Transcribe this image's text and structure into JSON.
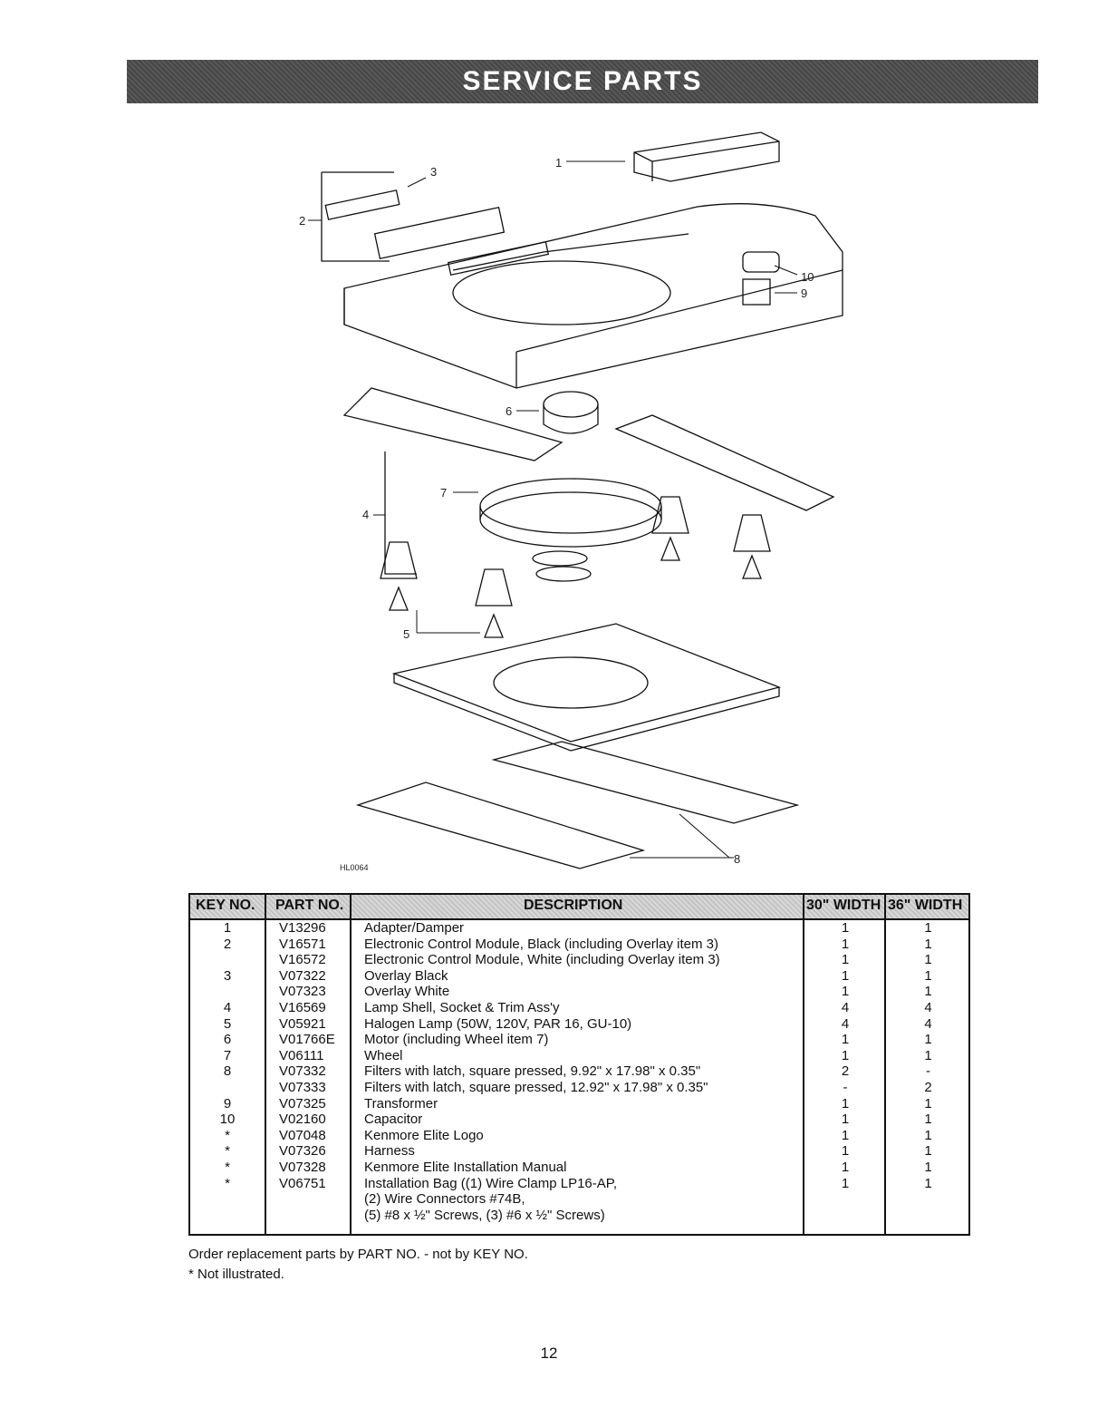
{
  "banner": {
    "title": "SERVICE PARTS"
  },
  "diagram": {
    "code": "HL0064",
    "callouts": [
      "1",
      "2",
      "3",
      "4",
      "5",
      "6",
      "7",
      "8",
      "9",
      "10"
    ]
  },
  "table": {
    "headers": {
      "key": "KEY NO.",
      "part": "PART NO.",
      "desc": "DESCRIPTION",
      "w30": "30\" WIDTH",
      "w36": "36\" WIDTH"
    },
    "rows": [
      {
        "key": "1",
        "part": "V13296",
        "desc": "Adapter/Damper",
        "w30": "1",
        "w36": "1"
      },
      {
        "key": "2",
        "part": "V16571",
        "desc": "Electronic Control Module, Black (including Overlay item 3)",
        "w30": "1",
        "w36": "1"
      },
      {
        "key": "",
        "part": "V16572",
        "desc": "Electronic Control Module, White (including Overlay item 3)",
        "w30": "1",
        "w36": "1"
      },
      {
        "key": "3",
        "part": "V07322",
        "desc": "Overlay Black",
        "w30": "1",
        "w36": "1"
      },
      {
        "key": "",
        "part": "V07323",
        "desc": "Overlay White",
        "w30": "1",
        "w36": "1"
      },
      {
        "key": "4",
        "part": "V16569",
        "desc": "Lamp Shell, Socket & Trim Ass'y",
        "w30": "4",
        "w36": "4"
      },
      {
        "key": "5",
        "part": "V05921",
        "desc": "Halogen Lamp (50W, 120V, PAR 16, GU-10)",
        "w30": "4",
        "w36": "4"
      },
      {
        "key": "6",
        "part": "V01766E",
        "desc": "Motor (including Wheel item 7)",
        "w30": "1",
        "w36": "1"
      },
      {
        "key": "7",
        "part": "V06111",
        "desc": "Wheel",
        "w30": "1",
        "w36": "1"
      },
      {
        "key": "8",
        "part": "V07332",
        "desc": "Filters with latch, square pressed, 9.92\" x 17.98\" x 0.35\"",
        "w30": "2",
        "w36": "-"
      },
      {
        "key": "",
        "part": "V07333",
        "desc": "Filters with latch, square pressed, 12.92\" x 17.98\" x 0.35\"",
        "w30": "-",
        "w36": "2"
      },
      {
        "key": "9",
        "part": "V07325",
        "desc": "Transformer",
        "w30": "1",
        "w36": "1"
      },
      {
        "key": "10",
        "part": "V02160",
        "desc": "Capacitor",
        "w30": "1",
        "w36": "1"
      },
      {
        "key": "*",
        "part": "V07048",
        "desc": "Kenmore Elite Logo",
        "w30": "1",
        "w36": "1"
      },
      {
        "key": "*",
        "part": "V07326",
        "desc": "Harness",
        "w30": "1",
        "w36": "1"
      },
      {
        "key": "*",
        "part": "V07328",
        "desc": "Kenmore Elite Installation Manual",
        "w30": "1",
        "w36": "1"
      },
      {
        "key": "*",
        "part": "V06751",
        "desc": "Installation Bag ((1) Wire Clamp LP16-AP,",
        "w30": "1",
        "w36": "1"
      },
      {
        "key": "",
        "part": "",
        "desc": "(2) Wire Connectors #74B,",
        "w30": "",
        "w36": ""
      },
      {
        "key": "",
        "part": "",
        "desc": "(5) #8 x ½\" Screws, (3) #6 x ½\" Screws)",
        "w30": "",
        "w36": ""
      }
    ]
  },
  "notes": {
    "order": "Order replacement parts by PART NO. - not by KEY NO.",
    "not_illustrated": "* Not illustrated."
  },
  "page_number": "12"
}
